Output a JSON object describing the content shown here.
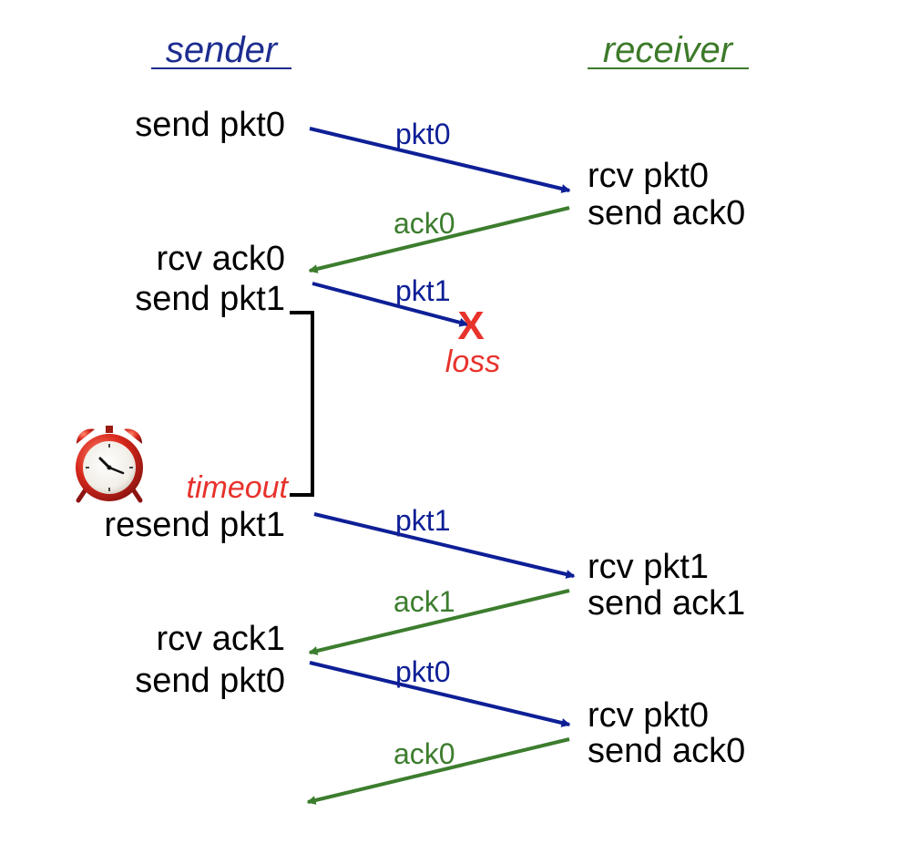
{
  "headers": {
    "sender": "sender",
    "receiver": "receiver"
  },
  "colors": {
    "sender": "#1d2d8f",
    "receiver": "#3d7a2a",
    "data": "#0e1f96",
    "ack": "#3c7d2e",
    "alert": "#e8322c",
    "bracket": "#000000"
  },
  "sender_events": [
    [
      "send pkt0"
    ],
    [
      "rcv ack0",
      "send pkt1"
    ],
    [
      "resend pkt1"
    ],
    [
      "rcv ack1",
      "send pkt0"
    ]
  ],
  "receiver_events": [
    [
      "rcv pkt0",
      "send ack0"
    ],
    [
      "rcv pkt1",
      "send ack1"
    ],
    [
      "rcv pkt0",
      "send ack0"
    ]
  ],
  "messages": [
    {
      "label": "pkt0",
      "kind": "data",
      "lost": false
    },
    {
      "label": "ack0",
      "kind": "ack",
      "lost": false
    },
    {
      "label": "pkt1",
      "kind": "data",
      "lost": true
    },
    {
      "label": "pkt1",
      "kind": "data",
      "lost": false
    },
    {
      "label": "ack1",
      "kind": "ack",
      "lost": false
    },
    {
      "label": "pkt0",
      "kind": "data",
      "lost": false
    },
    {
      "label": "ack0",
      "kind": "ack",
      "lost": false
    }
  ],
  "loss": {
    "label": "loss",
    "mark": "X"
  },
  "timeout": {
    "label": "timeout",
    "icon": "alarm-clock-icon"
  }
}
